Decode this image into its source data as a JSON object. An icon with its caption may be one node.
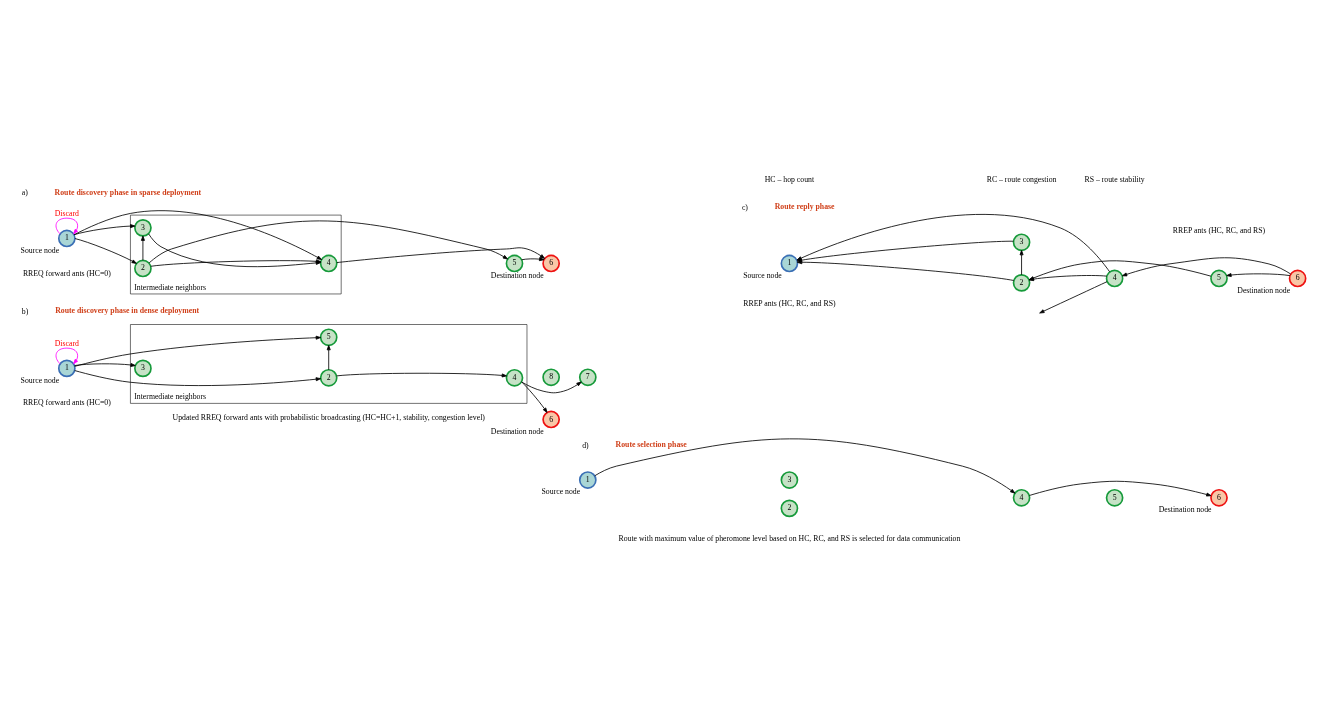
{
  "diagram": {
    "nodes": [
      {
        "text": [
          "Intermediate neighbors"
        ]
      },
      {
        "text": [
          "1"
        ],
        "beside": [
          "Source node"
        ]
      },
      {
        "text": [
          "2"
        ],
        "in": 0
      },
      {
        "text": [
          "3"
        ],
        "in": 0
      },
      {
        "text": [
          "4"
        ],
        "in": 0
      },
      {
        "text": [
          "5"
        ]
      },
      {
        "text": [
          "6"
        ],
        "beside": [
          "Destination node"
        ]
      },
      {
        "text": [
          "Intermediate neighbors"
        ]
      },
      {
        "text": [
          "1"
        ],
        "beside": [
          "Source node"
        ]
      },
      {
        "text": [
          "2"
        ],
        "in": 7
      },
      {
        "text": [
          "3"
        ],
        "in": 7
      },
      {
        "text": [
          "4"
        ],
        "in": 7
      },
      {
        "text": [
          "5"
        ],
        "in": 7
      },
      {
        "text": [
          "6"
        ],
        "beside": [
          "Destination node"
        ]
      },
      {
        "text": [
          "7"
        ]
      },
      {
        "text": [
          "8"
        ]
      },
      {
        "text": [
          "1"
        ],
        "beside": [
          "Source node"
        ]
      },
      {
        "text": [
          "2"
        ]
      },
      {
        "text": [
          "3"
        ]
      },
      {
        "text": [
          "4"
        ]
      },
      {
        "text": [
          "5"
        ]
      },
      {
        "text": [
          "6"
        ],
        "beside": [
          "Destination node"
        ]
      },
      {
        "text": [
          "1"
        ],
        "beside": [
          "Source node"
        ]
      },
      {
        "text": [
          "2"
        ]
      },
      {
        "text": [
          "3"
        ]
      },
      {
        "text": [
          "4"
        ]
      },
      {
        "text": [
          "5"
        ]
      },
      {
        "text": [
          "6"
        ],
        "beside": [
          "Destination node"
        ]
      }
    ],
    "edges": [
      {
        "from": 1,
        "to": 1,
        "arrow": "to",
        "label": "Discard",
        "color": "#ff00ff"
      },
      {
        "from": 1,
        "to": 2,
        "arrow": "to"
      },
      {
        "from": 1,
        "to": 4,
        "arrow": "to"
      },
      {
        "from": 1,
        "to": 3,
        "arrow": "to"
      },
      {
        "from": 2,
        "to": 3,
        "arrow": "to"
      },
      {
        "from": 2,
        "to": 4,
        "arrow": "to"
      },
      {
        "from": 3,
        "to": 4,
        "arrow": "to"
      },
      {
        "from": 2,
        "to": 5,
        "arrow": "to"
      },
      {
        "from": 4,
        "to": 6,
        "arrow": "to"
      },
      {
        "from": 5,
        "to": 6,
        "arrow": "to"
      },
      {
        "from": 8,
        "to": 8,
        "arrow": "to",
        "label": "Discard",
        "color": "#ff00ff"
      },
      {
        "from": 8,
        "to": 9,
        "arrow": "to"
      },
      {
        "from": 8,
        "to": 10,
        "arrow": "to"
      },
      {
        "from": 8,
        "to": 12,
        "arrow": "to"
      },
      {
        "from": 9,
        "to": 11,
        "arrow": "to"
      },
      {
        "from": 9,
        "to": 12,
        "arrow": "to"
      },
      {
        "from": 11,
        "to": 14,
        "arrow": "to"
      },
      {
        "from": 11,
        "to": 13,
        "arrow": "to"
      },
      {
        "from": 17,
        "to": 16,
        "arrow": "to"
      },
      {
        "from": 19,
        "to": 16,
        "arrow": "to"
      },
      {
        "from": 18,
        "to": 16,
        "arrow": "to"
      },
      {
        "from": 17,
        "to": 18,
        "arrow": "to"
      },
      {
        "from": 19,
        "to": 17,
        "arrow": "to"
      },
      {
        "from": 20,
        "to": 17,
        "arrow": "to"
      },
      {
        "from": 21,
        "to": 20,
        "arrow": "to"
      },
      {
        "from": 21,
        "to": 19,
        "arrow": "to"
      },
      {
        "from": 19,
        "to": null,
        "arrow": "to"
      },
      {
        "from": 22,
        "to": 25,
        "arrow": "to"
      },
      {
        "from": 25,
        "to": 27,
        "arrow": "to"
      }
    ],
    "labels": [
      "a)",
      "Route discovery phase in sparse deployment",
      "RREQ forward ants (HC=0)",
      "c)",
      "Route reply phase",
      "RREP ants (HC, RC, and RS)",
      "RREP ants (HC, RC, and RS)",
      "b)",
      "Route discovery phase in dense deployment",
      "RREQ forward ants (HC=0)",
      "Updated RREQ forward ants with probabilistic broadcasting (HC=HC+1, stability, congestion level)",
      "d)",
      "Route selection phase",
      "Route with maximum value of pheromone level based on HC, RC, and RS is selected for data communication",
      "HC – hop count",
      "RC – route congestion",
      "RS – route stability"
    ]
  }
}
